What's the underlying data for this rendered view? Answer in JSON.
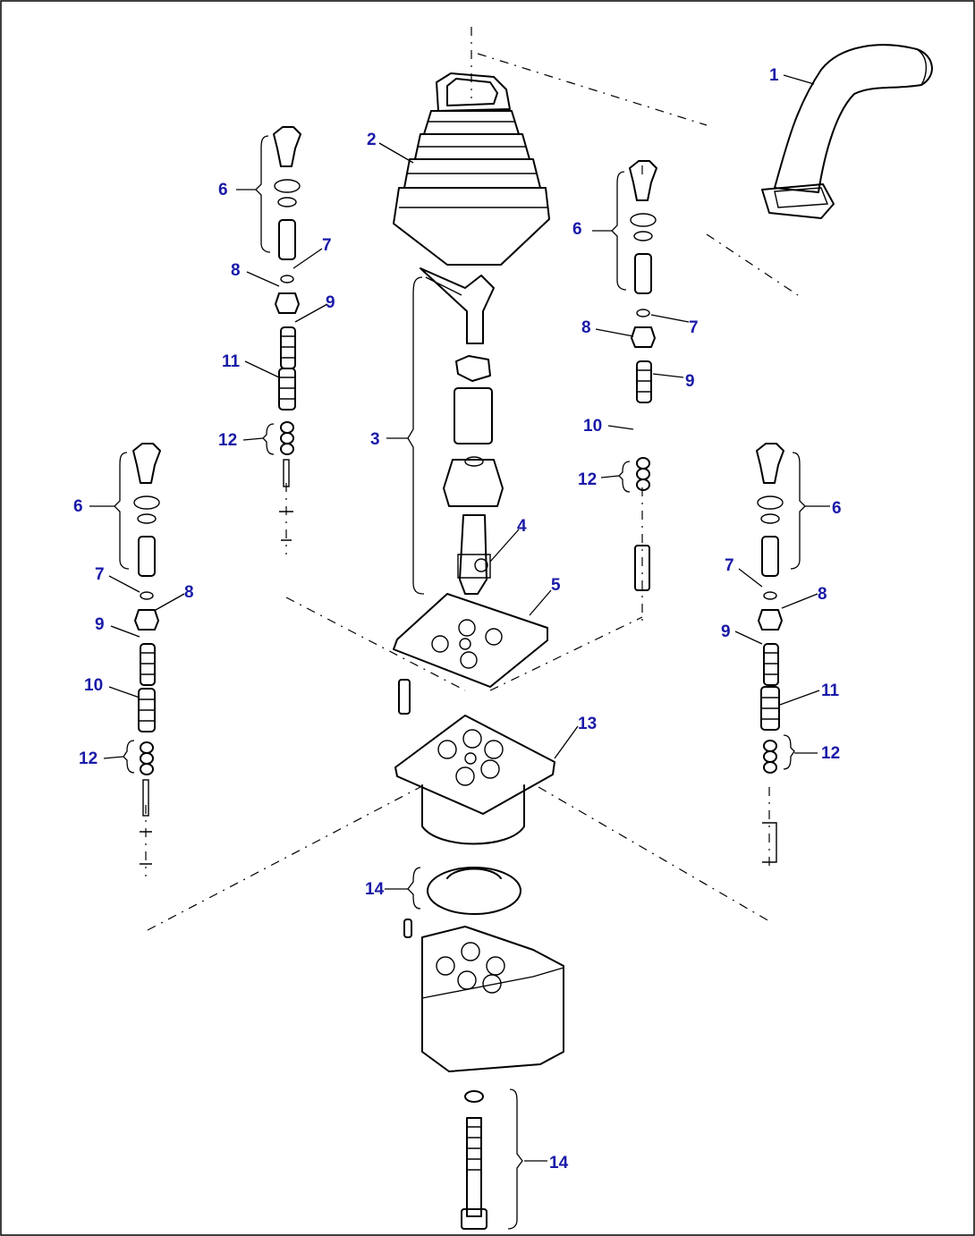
{
  "diagram": {
    "labels": {
      "p1": "1",
      "p2": "2",
      "p3": "3",
      "p4": "4",
      "p5": "5",
      "p13": "13",
      "p14_oring": "14",
      "p14_bolt": "14",
      "ul_6": "6",
      "ul_7": "7",
      "ul_8": "8",
      "ul_9": "9",
      "ul_11": "11",
      "ul_12": "12",
      "ur_6": "6",
      "ur_7": "7",
      "ur_8": "8",
      "ur_9": "9",
      "ur_10": "10",
      "ur_12": "12",
      "ll_6": "6",
      "ll_7": "7",
      "ll_8": "8",
      "ll_9": "9",
      "ll_10": "10",
      "ll_12": "12",
      "lr_6": "6",
      "lr_7": "7",
      "lr_8": "8",
      "lr_9": "9",
      "lr_11": "11",
      "lr_12": "12"
    },
    "label_color": "#1a1aa8",
    "line_color": "#000000"
  }
}
